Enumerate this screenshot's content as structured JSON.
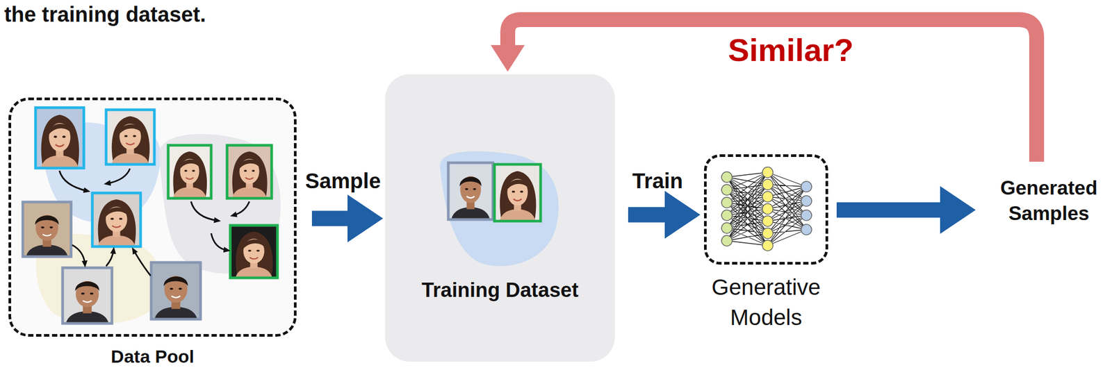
{
  "diagram": {
    "nodes": [
      {
        "text": [
          "Data Pool"
        ]
      },
      {
        "text": [
          "Training Dataset"
        ]
      },
      {
        "text": [
          "Generative Models"
        ]
      },
      {
        "text": [
          "Generated Samples"
        ]
      }
    ],
    "edges": [
      {
        "from": 0,
        "to": 1,
        "label": "Sample",
        "arrow": "to"
      },
      {
        "from": 1,
        "to": 2,
        "label": "Train",
        "arrow": "to"
      },
      {
        "from": 2,
        "to": 3,
        "arrow": "to"
      },
      {
        "from": 3,
        "to": 1,
        "label": "Similar?",
        "arrow": "to"
      }
    ],
    "labels": [
      "the training dataset."
    ]
  }
}
